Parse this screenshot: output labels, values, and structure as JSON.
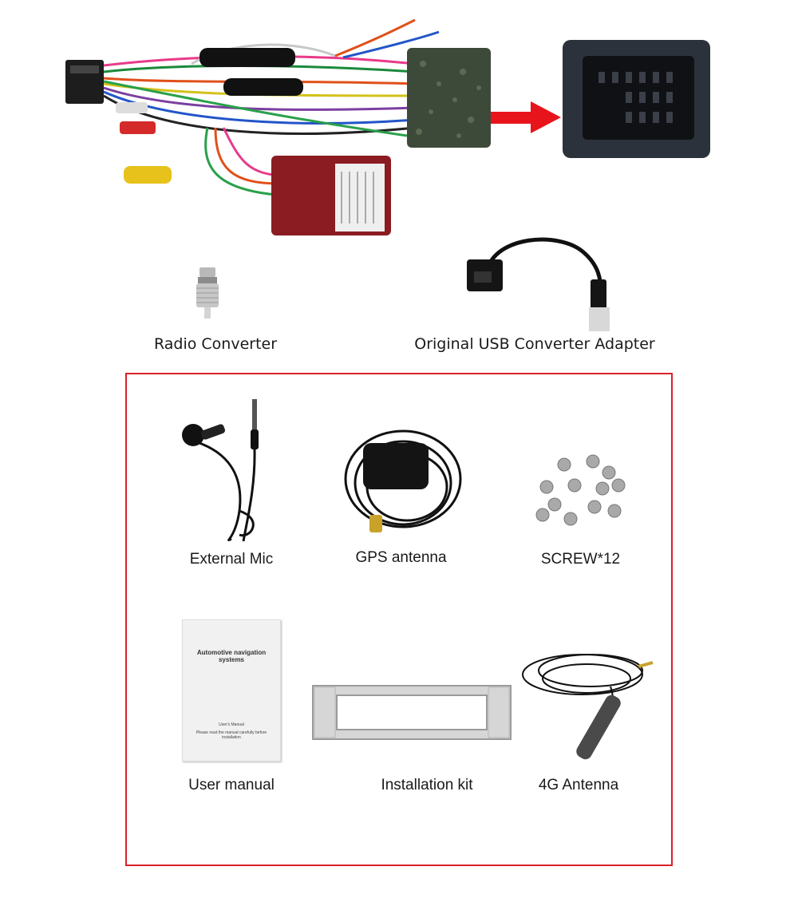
{
  "top": {
    "radio_converter_label": "Radio Converter",
    "usb_adapter_label": "Original USB Converter Adapter"
  },
  "kit": {
    "items": [
      {
        "label": "External Mic",
        "icon": "microphone-icon"
      },
      {
        "label": "GPS antenna",
        "icon": "gps-antenna-icon"
      },
      {
        "label": "SCREW*12",
        "icon": "screws-icon"
      },
      {
        "label": "User manual",
        "icon": "manual-icon"
      },
      {
        "label": "Installation kit",
        "icon": "frame-icon"
      },
      {
        "label": "4G Antenna",
        "icon": "4g-antenna-icon"
      }
    ]
  },
  "manual": {
    "title": "Automotive navigation systems",
    "subtitle": "User's Manual",
    "note": "Please read the manual carefully before installation"
  },
  "colors": {
    "frame_border": "#d9202a",
    "arrow": "#e8141c"
  }
}
